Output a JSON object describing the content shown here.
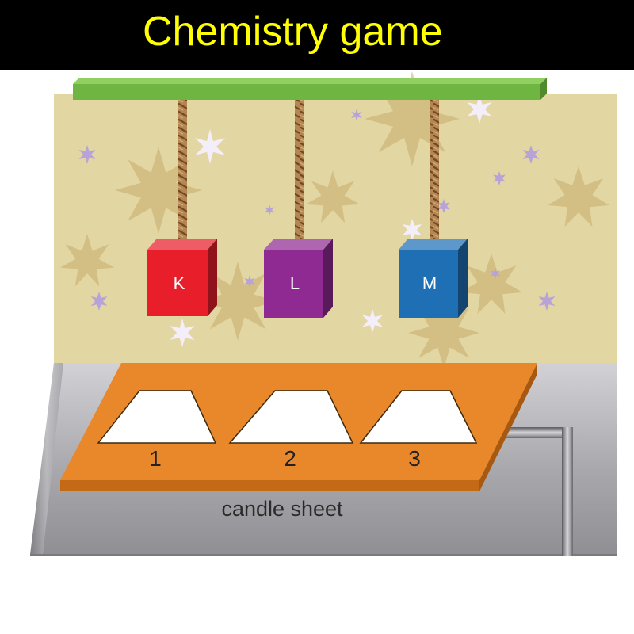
{
  "title": {
    "text": "Chemistry game",
    "color": "#ffff00"
  },
  "boxes": [
    {
      "label": "K",
      "color": "#e81e2b",
      "text_color": "#ffffff"
    },
    {
      "label": "L",
      "color": "#8e2a92",
      "text_color": "#ffffff"
    },
    {
      "label": "M",
      "color": "#1f6fb5",
      "text_color": "#ffffff"
    }
  ],
  "slots": [
    {
      "number": "1"
    },
    {
      "number": "2"
    },
    {
      "number": "3"
    }
  ],
  "sheet": {
    "label": "candle sheet",
    "color": "#e8882a"
  },
  "colors": {
    "rod": "#6fb542",
    "backdrop": "#e2d6a3",
    "base": "#a9a9ad",
    "rope": "#b58552"
  }
}
